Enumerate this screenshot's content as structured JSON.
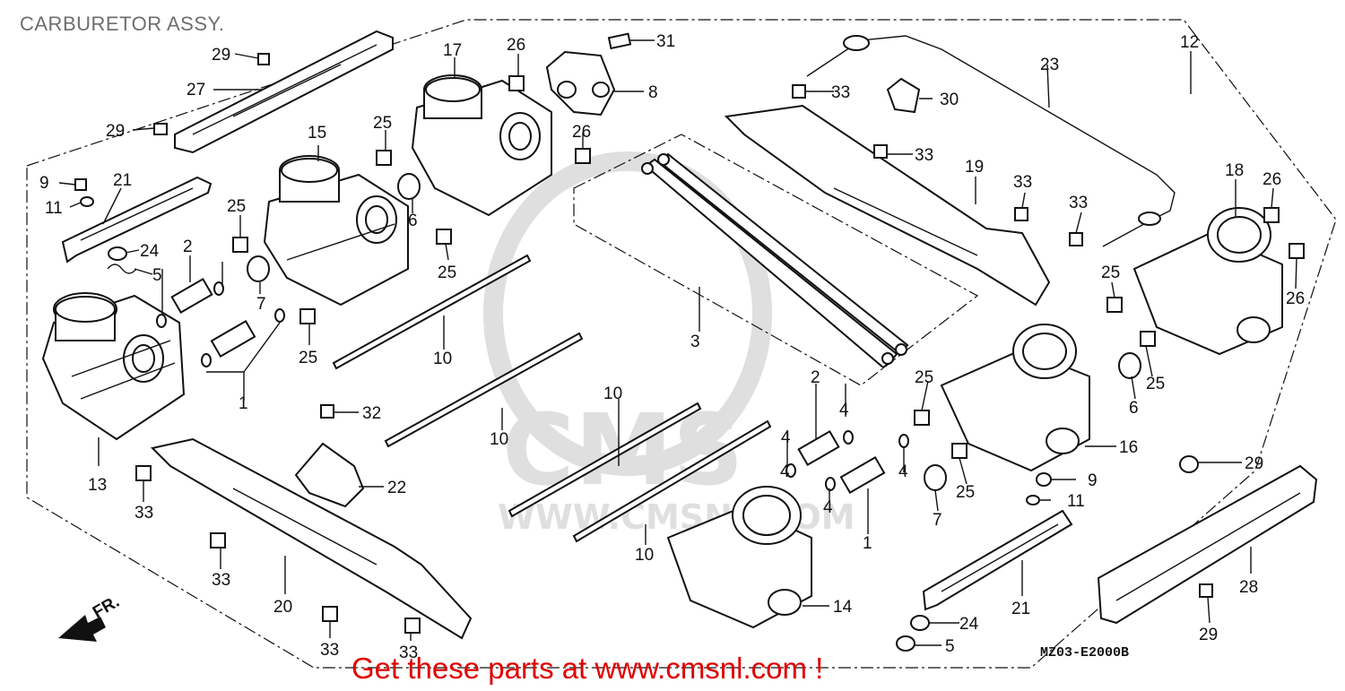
{
  "diagram": {
    "title": "CARBURETOR ASSY.",
    "diagram_code": "MZ03-E2000B",
    "front_indicator": "FR.",
    "watermark": "CMS",
    "watermark_url": "WWW.CMSNL.COM",
    "cta": "Get these parts at www.cmsnl.com !",
    "callouts": [
      {
        "id": "c29a",
        "num": "29"
      },
      {
        "id": "c27",
        "num": "27"
      },
      {
        "id": "c29b",
        "num": "29"
      },
      {
        "id": "c9a",
        "num": "9"
      },
      {
        "id": "c21a",
        "num": "21"
      },
      {
        "id": "c11a",
        "num": "11"
      },
      {
        "id": "c24a",
        "num": "24"
      },
      {
        "id": "c5a",
        "num": "5"
      },
      {
        "id": "c2a",
        "num": "2"
      },
      {
        "id": "c25a",
        "num": "25"
      },
      {
        "id": "c7a",
        "num": "7"
      },
      {
        "id": "c1a",
        "num": "1"
      },
      {
        "id": "c25b",
        "num": "25"
      },
      {
        "id": "c13",
        "num": "13"
      },
      {
        "id": "c15",
        "num": "15"
      },
      {
        "id": "c25c",
        "num": "25"
      },
      {
        "id": "c6a",
        "num": "6"
      },
      {
        "id": "c25d",
        "num": "25"
      },
      {
        "id": "c17",
        "num": "17"
      },
      {
        "id": "c26a",
        "num": "26"
      },
      {
        "id": "c31",
        "num": "31"
      },
      {
        "id": "c8",
        "num": "8"
      },
      {
        "id": "c26b",
        "num": "26"
      },
      {
        "id": "c10a",
        "num": "10"
      },
      {
        "id": "c32",
        "num": "32"
      },
      {
        "id": "c10b",
        "num": "10"
      },
      {
        "id": "c22",
        "num": "22"
      },
      {
        "id": "c10c",
        "num": "10"
      },
      {
        "id": "c10d",
        "num": "10"
      },
      {
        "id": "c33a",
        "num": "33"
      },
      {
        "id": "c33b",
        "num": "33"
      },
      {
        "id": "c20",
        "num": "20"
      },
      {
        "id": "c33c",
        "num": "33"
      },
      {
        "id": "c33d",
        "num": "33"
      },
      {
        "id": "c3",
        "num": "3"
      },
      {
        "id": "c14",
        "num": "14"
      },
      {
        "id": "c2b",
        "num": "2"
      },
      {
        "id": "c4a",
        "num": "4"
      },
      {
        "id": "c4b",
        "num": "4"
      },
      {
        "id": "c4c",
        "num": "4"
      },
      {
        "id": "c4d",
        "num": "4"
      },
      {
        "id": "c4e",
        "num": "4"
      },
      {
        "id": "c1b",
        "num": "1"
      },
      {
        "id": "c33e",
        "num": "33"
      },
      {
        "id": "c30",
        "num": "30"
      },
      {
        "id": "c23",
        "num": "23"
      },
      {
        "id": "c12",
        "num": "12"
      },
      {
        "id": "c33f",
        "num": "33"
      },
      {
        "id": "c19",
        "num": "19"
      },
      {
        "id": "c33g",
        "num": "33"
      },
      {
        "id": "c33h",
        "num": "33"
      },
      {
        "id": "c18",
        "num": "18"
      },
      {
        "id": "c26c",
        "num": "26"
      },
      {
        "id": "c26d",
        "num": "26"
      },
      {
        "id": "c25e",
        "num": "25"
      },
      {
        "id": "c25f",
        "num": "25"
      },
      {
        "id": "c6b",
        "num": "6"
      },
      {
        "id": "c25g",
        "num": "25"
      },
      {
        "id": "c16",
        "num": "16"
      },
      {
        "id": "c25h",
        "num": "25"
      },
      {
        "id": "c7b",
        "num": "7"
      },
      {
        "id": "c9b",
        "num": "9"
      },
      {
        "id": "c11b",
        "num": "11"
      },
      {
        "id": "c29c",
        "num": "29"
      },
      {
        "id": "c21b",
        "num": "21"
      },
      {
        "id": "c24b",
        "num": "24"
      },
      {
        "id": "c5b",
        "num": "5"
      },
      {
        "id": "c28",
        "num": "28"
      },
      {
        "id": "c29d",
        "num": "29"
      }
    ]
  }
}
